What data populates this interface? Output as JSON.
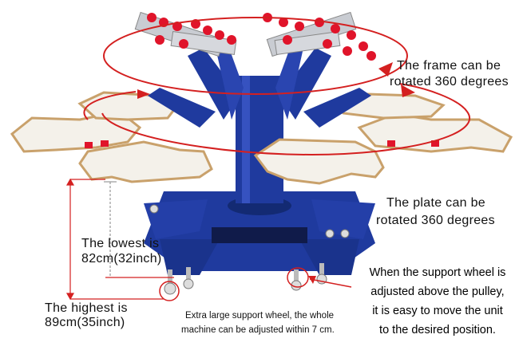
{
  "labels": {
    "frame_rotation": [
      "The frame can be",
      "rotated 360 degrees"
    ],
    "plate_rotation": [
      "The plate can be",
      "rotated 360 degrees"
    ],
    "lowest_height": [
      "The lowest is",
      "82cm(32inch)"
    ],
    "highest_height": [
      "The highest is",
      "89cm(35inch)"
    ],
    "support_wheel_note": [
      "Extra large support wheel, the whole",
      "machine can be adjusted within 7 cm."
    ],
    "pulley_note": [
      "When the support wheel is",
      "adjusted above the pulley,",
      "it is easy to move the unit",
      "to the desired position."
    ]
  },
  "colors": {
    "annotation_red": "#d42020",
    "machine_blue": "#1f3a9e",
    "platen_white": "#f4f1ea",
    "platen_edge": "#c9a16b",
    "clamp_red": "#e0142a"
  }
}
